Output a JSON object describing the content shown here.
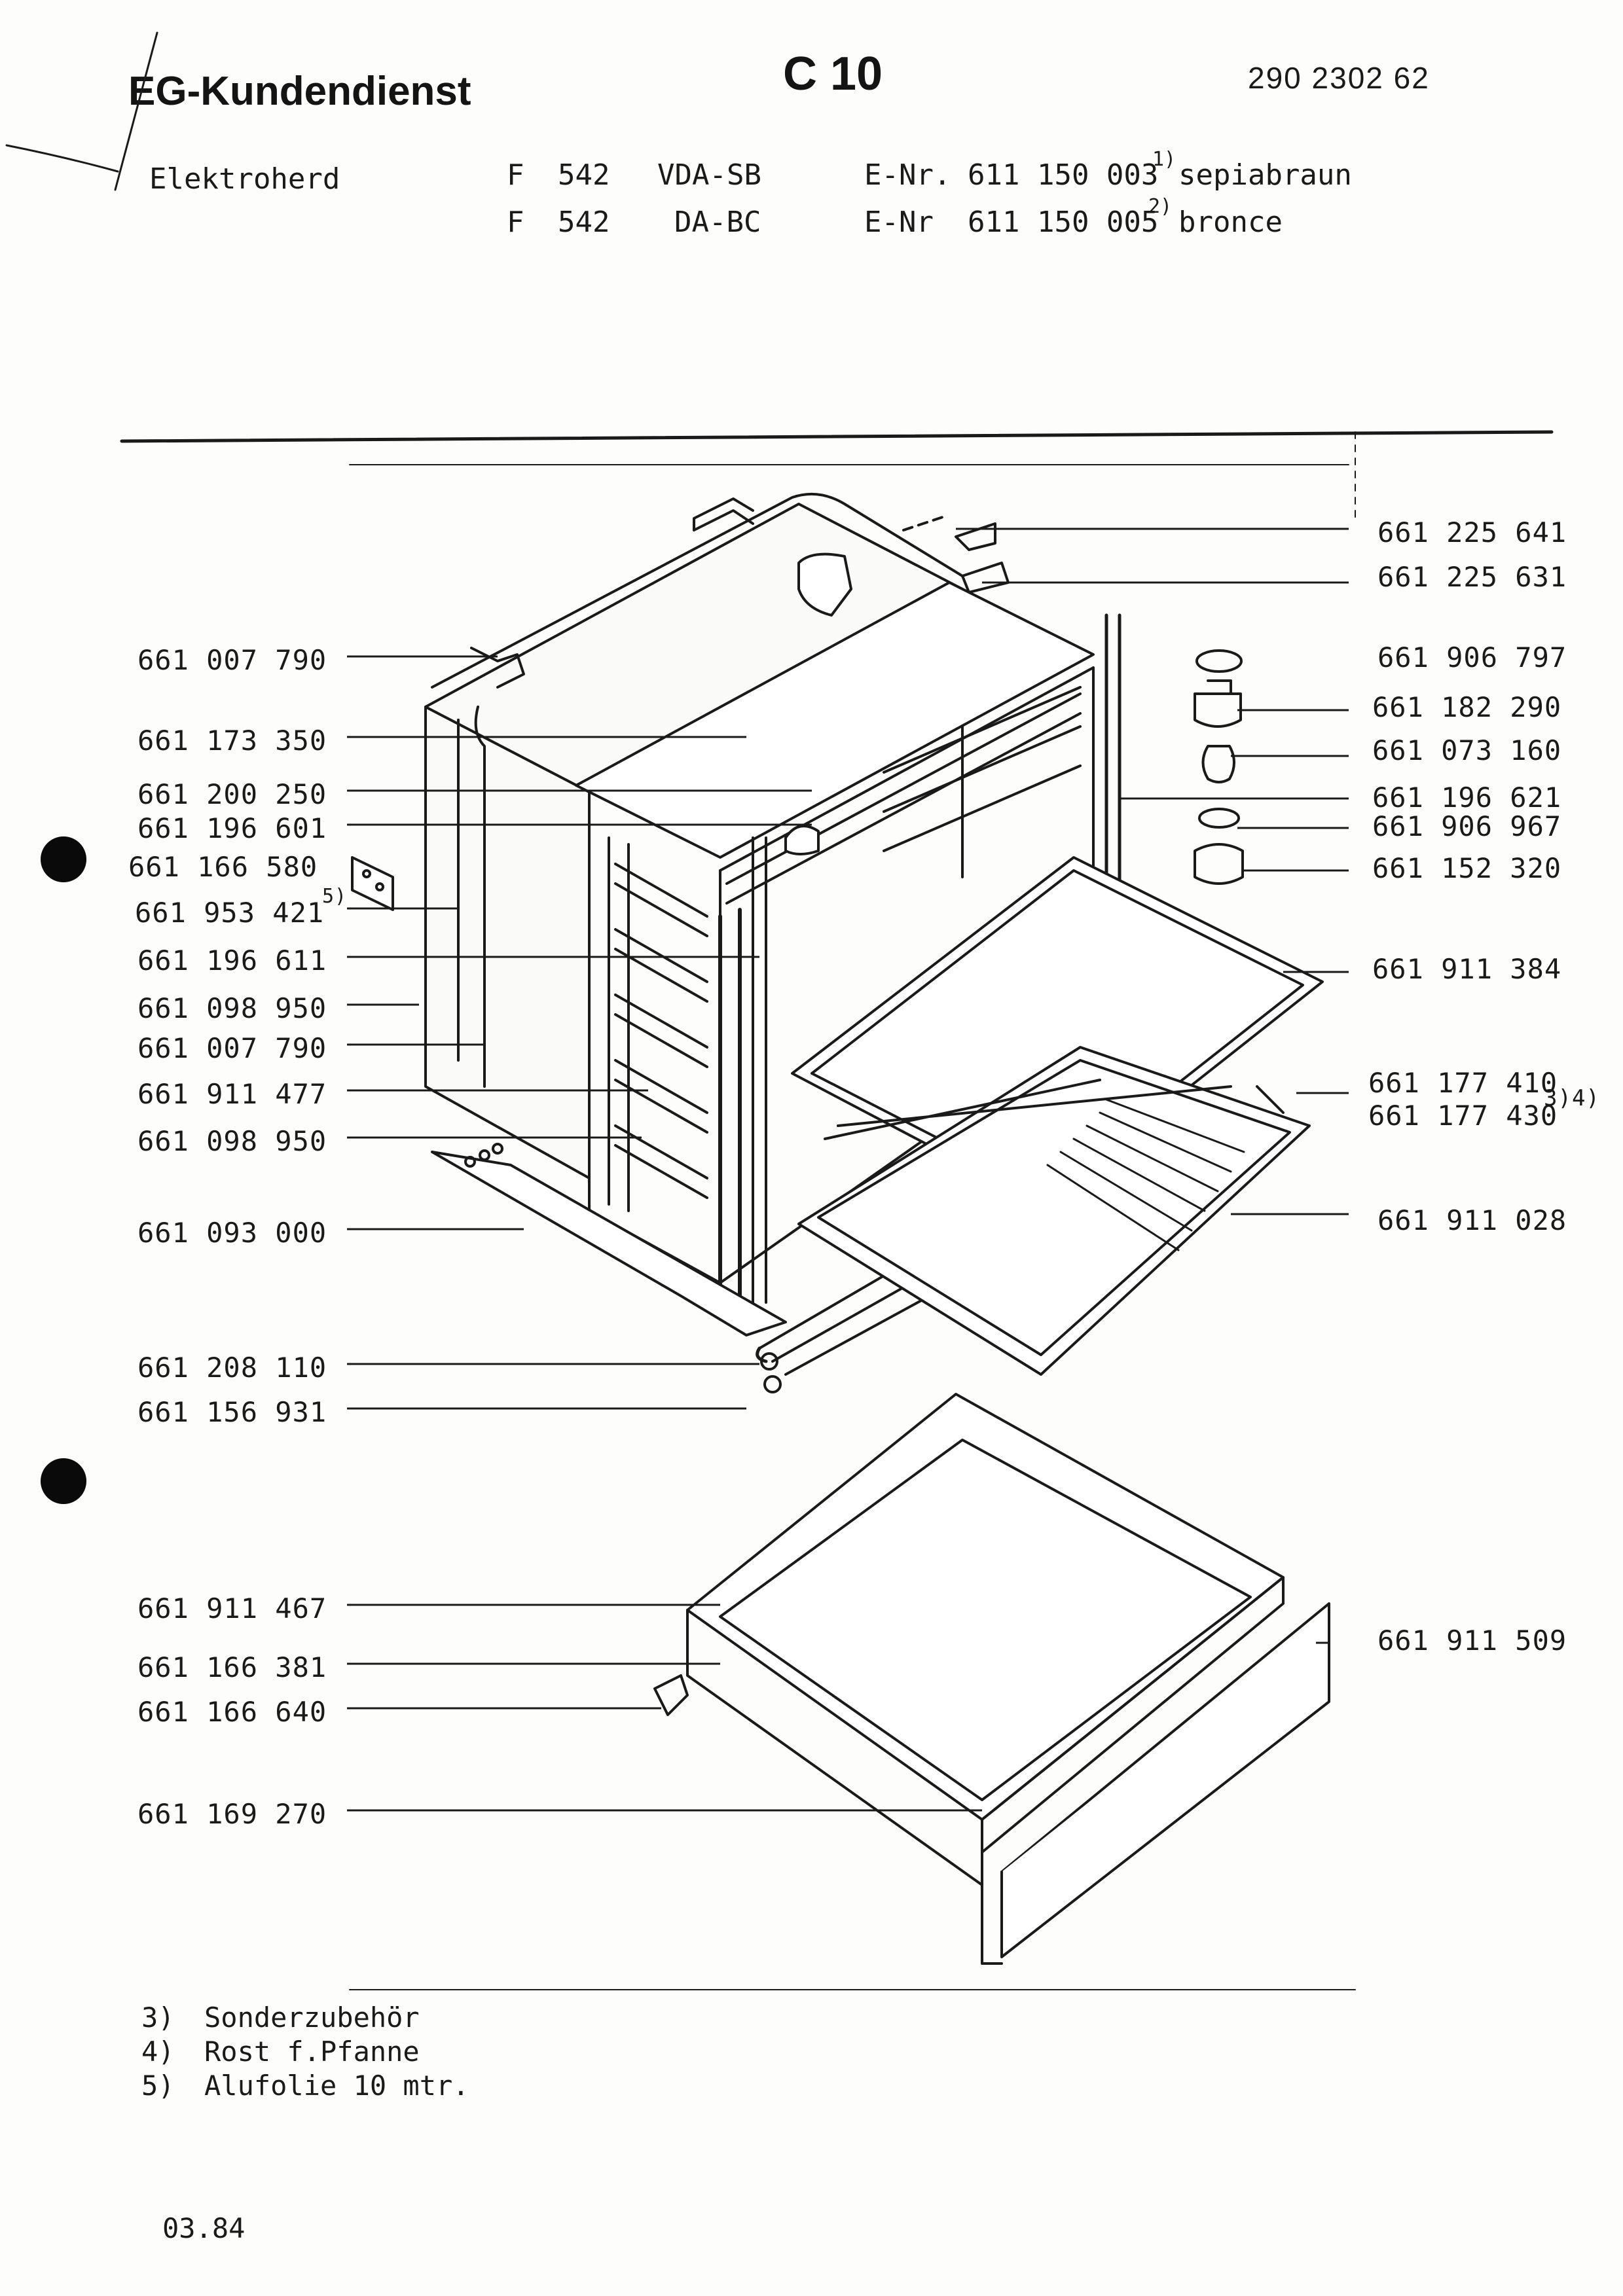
{
  "header": {
    "brand": "EG-Kundendienst",
    "sheet": "C 10",
    "doc_number": "290 2302 62",
    "product": "Elektroherd",
    "models": [
      {
        "type": "F",
        "num": "542",
        "variant": "VDA-SB",
        "enr_label": "E-Nr.",
        "enr": "611 150 003",
        "note": "1)",
        "finish": "sepiabraun"
      },
      {
        "type": "F",
        "num": "542",
        "variant": "DA-BC",
        "enr_label": "E-Nr",
        "enr": "611 150 005",
        "note": "2)",
        "finish": "bronce"
      }
    ]
  },
  "parts_left": [
    "661 007 790",
    "661 173 350",
    "661 200 250",
    "661 196 601",
    "661 166 580",
    "661 953 421",
    "661 196 611",
    "661 098 950",
    "661 007 790",
    "661 911 477",
    "661 098 950",
    "661 093 000",
    "661 208 110",
    "661 156 931",
    "661 911 467",
    "661 166 381",
    "661 166 640",
    "661 169 270"
  ],
  "parts_right": [
    "661 225 641",
    "661 225 631",
    "661 906 797",
    "661 182 290",
    "661 073 160",
    "661 196 621",
    "661 906 967",
    "661 152 320",
    "661 911 384",
    "661 177 410",
    "661 177 430",
    "661 911 028",
    "661 911 509"
  ],
  "callouts": {
    "alufolie_ref": "5)",
    "accessory_ref": "3)4)"
  },
  "footnotes": [
    {
      "num": "3)",
      "text": "Sonderzubehör"
    },
    {
      "num": "4)",
      "text": "Rost f.Pfanne"
    },
    {
      "num": "5)",
      "text": "Alufolie 10 mtr."
    }
  ],
  "date": "03.84"
}
